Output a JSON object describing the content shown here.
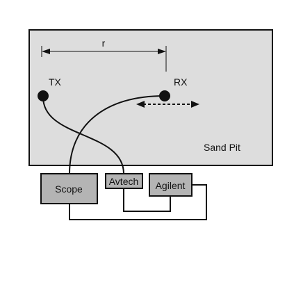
{
  "diagram": {
    "distance_label": "r",
    "tx_label": "TX",
    "rx_label": "RX",
    "pit_label": "Sand Pit",
    "boxes": {
      "scope": "Scope",
      "avtech": "Avtech",
      "agilent": "Agilent"
    },
    "colors": {
      "pit_fill": "#dddddd",
      "box_fill": "#b4b4b4",
      "line": "#111111"
    }
  }
}
